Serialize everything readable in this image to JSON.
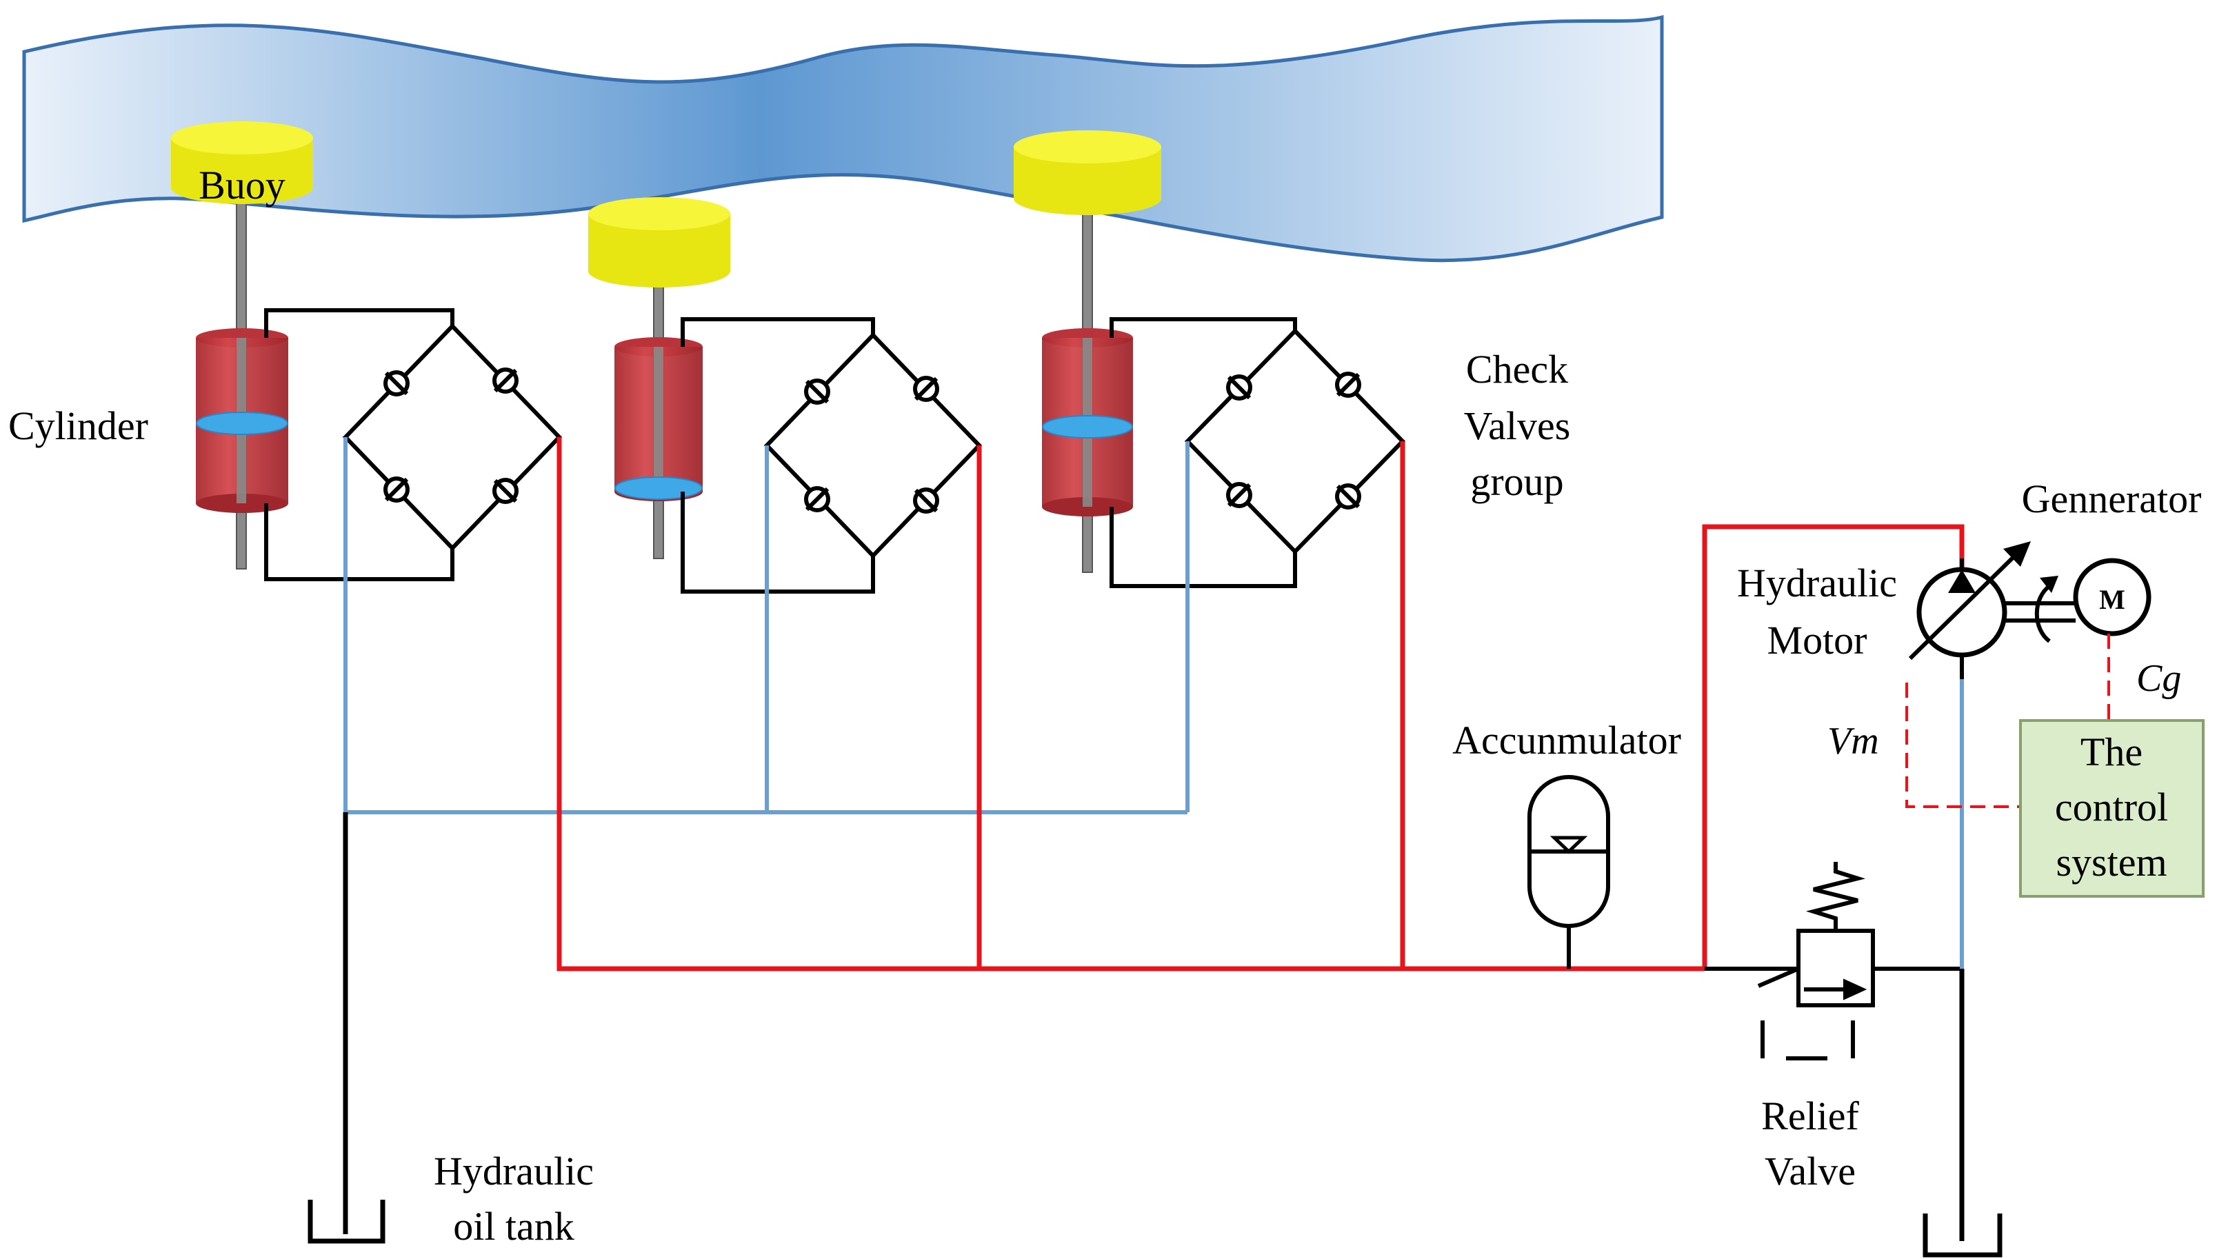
{
  "labels": {
    "buoy": "Buoy",
    "cylinder": "Cylinder",
    "check_line1": "Check",
    "check_line2": "Valves",
    "check_line3": "group",
    "generator": "Gennerator",
    "motor_line1": "Hydraulic",
    "motor_line2": "Motor",
    "motor_symbol": "M",
    "accumulator": "Accunmulator",
    "vm": "Vm",
    "cg": "Cg",
    "control_line1": "The",
    "control_line2": "control",
    "control_line3": "system",
    "relief_line1": "Relief",
    "relief_line2": "Valve",
    "tank_line1": "Hydraulic",
    "tank_line2": "oil tank"
  },
  "colors": {
    "pressure_line": "#e8141c",
    "return_line": "#6b9fd2",
    "signal_line": "#e8141c",
    "buoy": "#f5f31a",
    "cylinder": "#c0393e",
    "piston": "#3fa9e8",
    "control_box": "#dbeccb",
    "wave": "#6fa2d8"
  }
}
